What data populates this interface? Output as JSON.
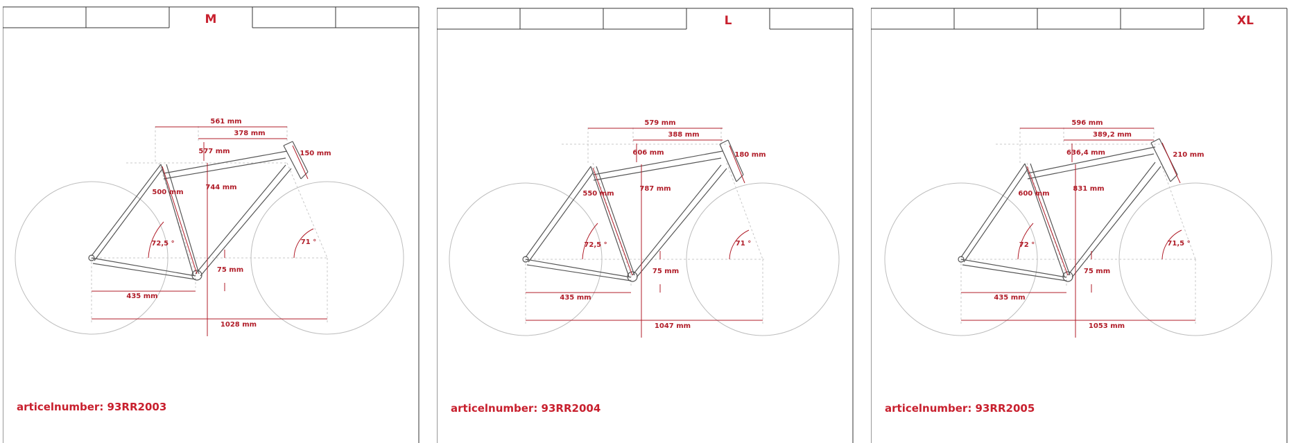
{
  "colors": {
    "accent": "#c8202e",
    "dimension": "#b01c28",
    "frame": "#555555",
    "wheel": "#bdbdbd",
    "tab_border": "#333333"
  },
  "panels": [
    {
      "size_label": "M",
      "article_number": "articelnumber: 93RR2003",
      "measurements": {
        "reach_total": "561 mm",
        "reach": "378 mm",
        "top_tube_drop": "577 mm",
        "head_tube": "150 mm",
        "stack": "744 mm",
        "seat_tube": "500 mm",
        "seat_angle": "72,5 °",
        "head_angle": "71 °",
        "bb_drop": "75 mm",
        "chainstay": "435 mm",
        "wheelbase": "1028 mm"
      }
    },
    {
      "size_label": "L",
      "article_number": "articelnumber: 93RR2004",
      "measurements": {
        "reach_total": "579 mm",
        "reach": "388 mm",
        "top_tube_drop": "606 mm",
        "head_tube": "180 mm",
        "stack": "787 mm",
        "seat_tube": "550 mm",
        "seat_angle": "72,5 °",
        "head_angle": "71 °",
        "bb_drop": "75 mm",
        "chainstay": "435 mm",
        "wheelbase": "1047 mm"
      }
    },
    {
      "size_label": "XL",
      "article_number": "articelnumber: 93RR2005",
      "measurements": {
        "reach_total": "596 mm",
        "reach": "389,2 mm",
        "top_tube_drop": "636,4 mm",
        "head_tube": "210 mm",
        "stack": "831 mm",
        "seat_tube": "600 mm",
        "seat_angle": "72 °",
        "head_angle": "71,5 °",
        "bb_drop": "75 mm",
        "chainstay": "435 mm",
        "wheelbase": "1053 mm"
      }
    }
  ]
}
